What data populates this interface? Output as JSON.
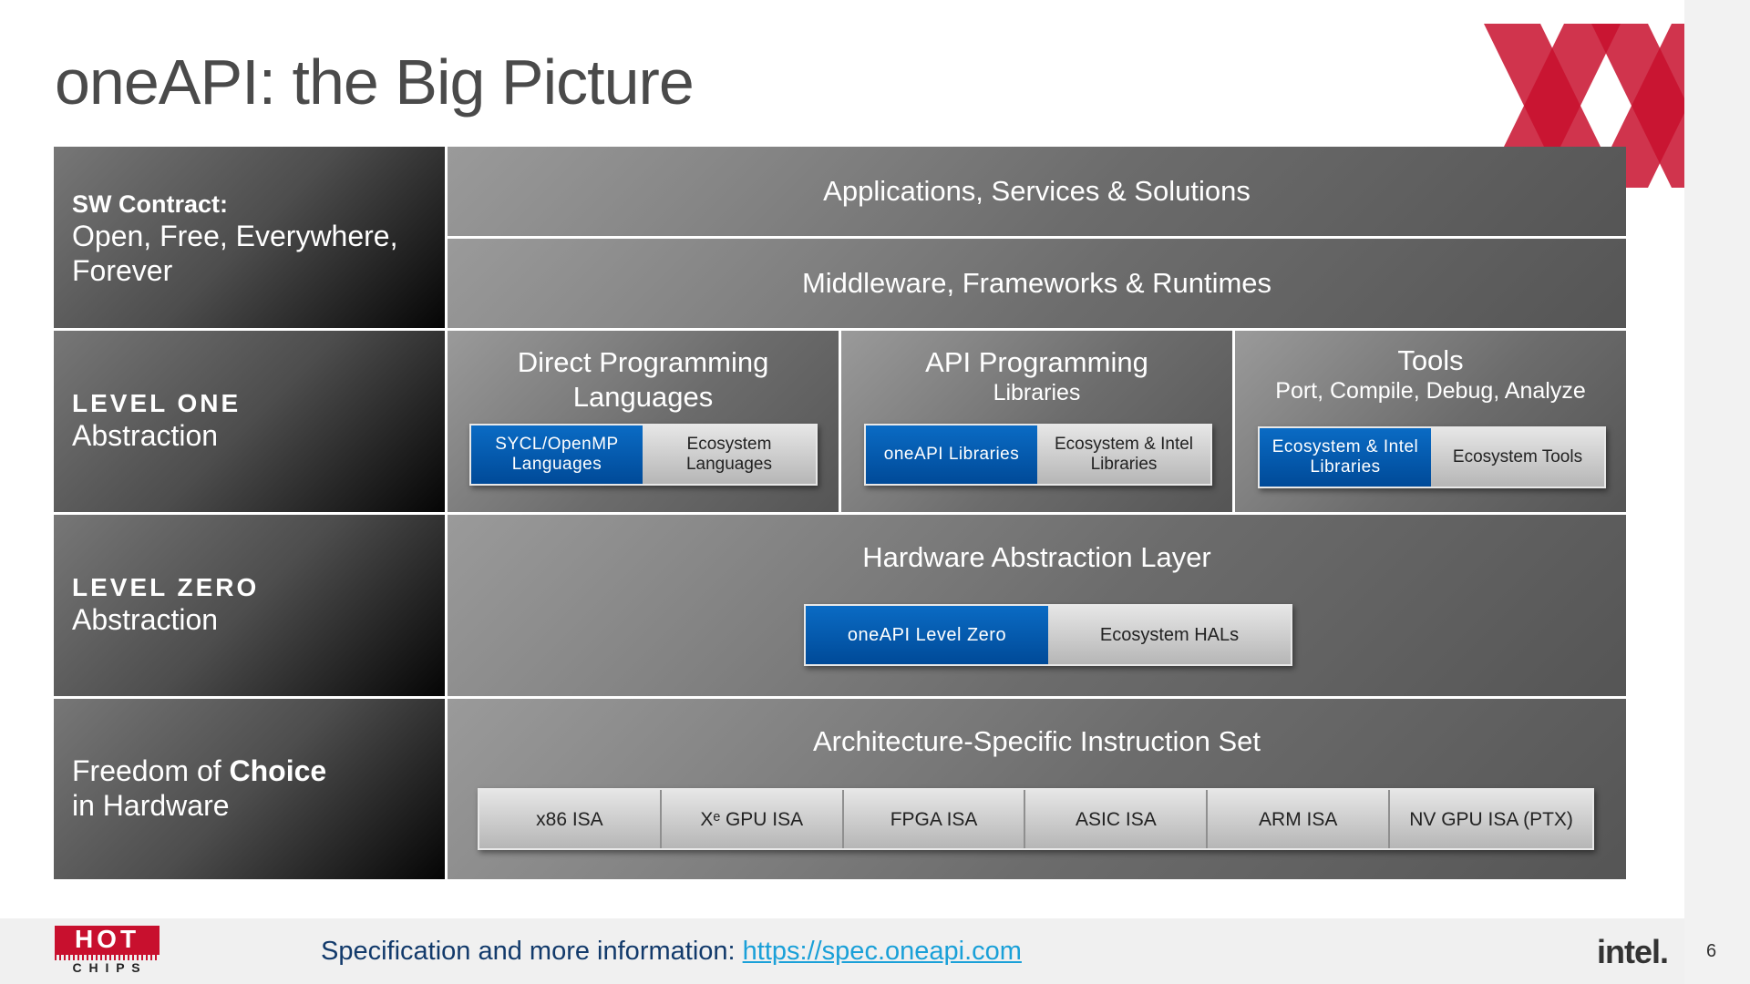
{
  "title": "oneAPI: the Big Picture",
  "page_number": "6",
  "rows": {
    "sw_contract": {
      "bold": "SW Contract:",
      "line1": "Open, Free, Everywhere,",
      "line2": "Forever"
    },
    "level_one": {
      "caps": "LEVEL ONE",
      "line": "Abstraction"
    },
    "level_zero": {
      "caps": "LEVEL ZERO",
      "line": "Abstraction"
    },
    "freedom": {
      "pre": "Freedom of ",
      "bold": "Choice",
      "line2": "in Hardware"
    }
  },
  "applications": "Applications, Services & Solutions",
  "middleware": "Middleware, Frameworks & Runtimes",
  "direct": {
    "head1": "Direct Programming",
    "head2": "Languages",
    "blue_l1": "SYCL/OpenMP",
    "blue_l2": "Languages",
    "grey_l1": "Ecosystem",
    "grey_l2": "Languages"
  },
  "api": {
    "head": "API Programming",
    "sub": "Libraries",
    "blue": "oneAPI Libraries",
    "grey_l1": "Ecosystem & Intel",
    "grey_l2": "Libraries"
  },
  "tools": {
    "head": "Tools",
    "sub": "Port, Compile, Debug, Analyze",
    "blue_l1": "Ecosystem & Intel",
    "blue_l2": "Libraries",
    "grey": "Ecosystem Tools"
  },
  "hal": {
    "head": "Hardware Abstraction Layer",
    "blue": "oneAPI Level Zero",
    "grey": "Ecosystem HALs"
  },
  "isa": {
    "head": "Architecture-Specific Instruction Set",
    "items": [
      "x86 ISA",
      "Xᵉ GPU ISA",
      "FPGA ISA",
      "ASIC ISA",
      "ARM ISA",
      "NV GPU ISA (PTX)"
    ]
  },
  "footer": {
    "text": "Specification and more information: ",
    "link": "https://spec.oneapi.com",
    "hotchips_top": "HOT",
    "hotchips_bottom": "C H I P S",
    "intel": "intel."
  },
  "colors": {
    "blue": "#0055a5",
    "logo_red": "#c8102e",
    "link": "#1aa0d8"
  }
}
